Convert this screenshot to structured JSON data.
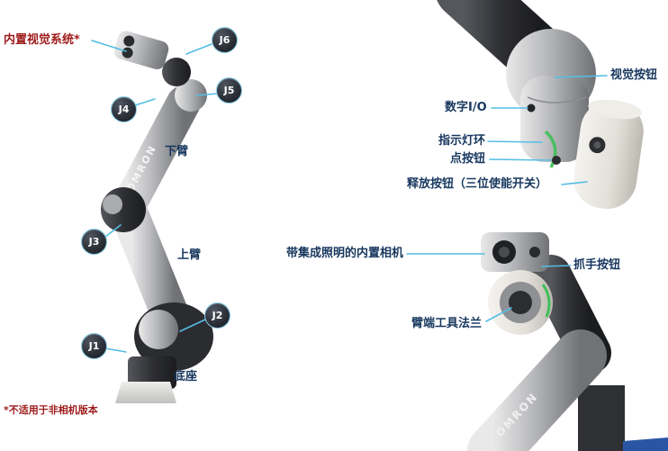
{
  "brand": {
    "name": "OMRON"
  },
  "colors": {
    "label_blue": "#17375e",
    "leader_blue": "#54bde4",
    "red": "#9e1b1b"
  },
  "left_diagram": {
    "vision_label": "内置视觉系统*",
    "footnote": "*不适用于非相机版本",
    "arm_labels": {
      "lower_arm": "下臂",
      "upper_arm": "上臂",
      "base": "底座"
    },
    "joints": [
      {
        "label": "J1"
      },
      {
        "label": "J2"
      },
      {
        "label": "J3"
      },
      {
        "label": "J4"
      },
      {
        "label": "J5"
      },
      {
        "label": "J6"
      }
    ]
  },
  "top_right_diagram": {
    "labels": {
      "vision_button": "视觉按钮",
      "digital_io": "数字I/O",
      "indicator_ring": "指示灯环",
      "point_button": "点按钮",
      "release_button": "释放按钮（三位使能开关）"
    }
  },
  "bottom_right_diagram": {
    "labels": {
      "builtin_camera": "带集成照明的内置相机",
      "gripper_button": "抓手按钮",
      "tool_flange": "臂端工具法兰"
    }
  }
}
